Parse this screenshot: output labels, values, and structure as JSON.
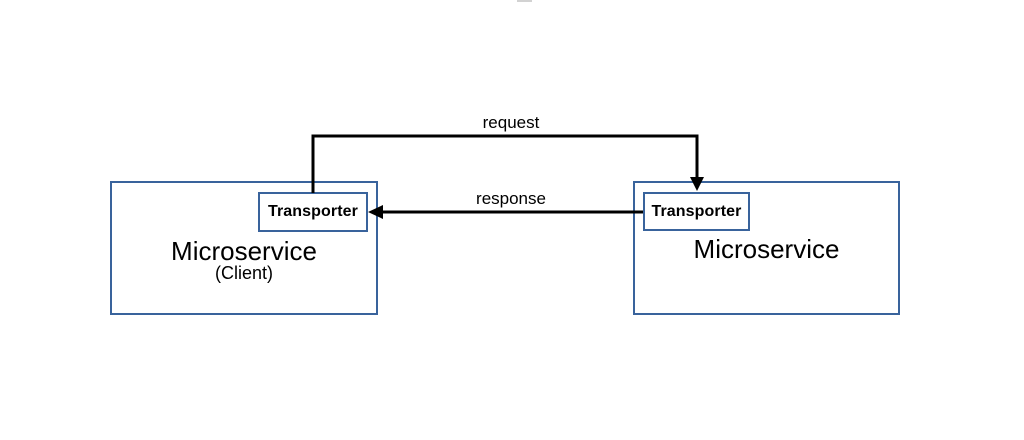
{
  "diagram": {
    "colors": {
      "box_border": "#39639c",
      "arrow": "#000000",
      "label_text": "#000000"
    },
    "arrows": {
      "request": {
        "label": "request"
      },
      "response": {
        "label": "response"
      }
    },
    "nodes": {
      "client": {
        "title": "Microservice",
        "subtitle": "(Client)",
        "transporter_label": "Transporter"
      },
      "server": {
        "title": "Microservice",
        "transporter_label": "Transporter"
      }
    }
  }
}
